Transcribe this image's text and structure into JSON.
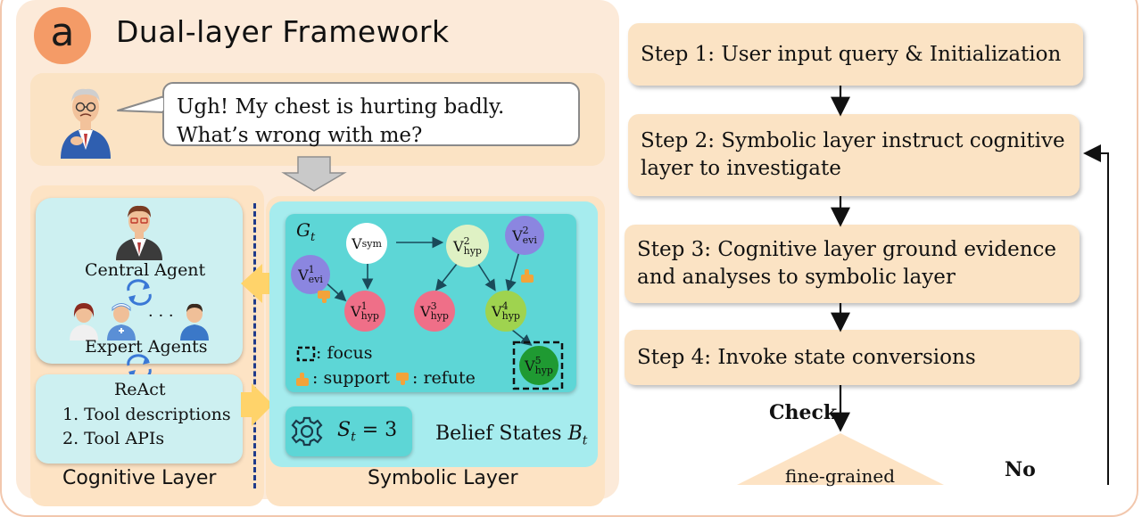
{
  "panel_a": {
    "badge": "a",
    "title": "Dual-layer Framework",
    "query": "Ugh! My chest is hurting badly. What’s wrong with me?",
    "cognitive": {
      "central_agent": "Central Agent",
      "ellipsis": "· · ·",
      "expert_agents": "Expert Agents",
      "react_title": "ReAct",
      "react_items": [
        "1. Tool descriptions",
        "2. Tool APIs"
      ],
      "layer_label": "Cognitive Layer"
    },
    "symbolic": {
      "graph_label": "G",
      "graph_label_sub": "t",
      "nodes": {
        "v_sym": {
          "base": "V",
          "sub": "sym",
          "sup": ""
        },
        "v_evi1": {
          "base": "V",
          "sub": "evi",
          "sup": "1"
        },
        "v_evi2": {
          "base": "V",
          "sub": "evi",
          "sup": "2"
        },
        "v_hyp1": {
          "base": "V",
          "sub": "hyp",
          "sup": "1"
        },
        "v_hyp2": {
          "base": "V",
          "sub": "hyp",
          "sup": "2"
        },
        "v_hyp3": {
          "base": "V",
          "sub": "hyp",
          "sup": "3"
        },
        "v_hyp4": {
          "base": "V",
          "sub": "hyp",
          "sup": "4"
        },
        "v_hyp5": {
          "base": "V",
          "sub": "hyp",
          "sup": "5"
        }
      },
      "legend_focus": ": focus",
      "legend_support": ": support",
      "legend_refute": ": refute",
      "state_label": "S",
      "state_sub": "t",
      "state_value": "= 3",
      "belief_label": "Belief States ",
      "belief_symbol": "B",
      "belief_sub": "t",
      "layer_label": "Symbolic Layer"
    }
  },
  "steps": [
    "Step 1: User input query & Initialization",
    "Step 2: Symbolic layer instruct cognitive layer to investigate",
    "Step 3: Cognitive layer ground evidence and analyses to symbolic layer",
    "Step 4: Invoke state conversions"
  ],
  "check_label": "Check",
  "decision_text": "fine-grained",
  "no_label": "No",
  "colors": {
    "accent_orange": "#f49b67",
    "panel_cream": "#fde3c4",
    "cyan_light": "#a6ecee",
    "cyan_graph": "#5dd6d6",
    "node_purple": "#8b86e0",
    "node_pink": "#ef6f88",
    "node_green": "#9fd34f",
    "node_dark_green": "#1f9a32",
    "node_light_green": "#dff1c4"
  }
}
